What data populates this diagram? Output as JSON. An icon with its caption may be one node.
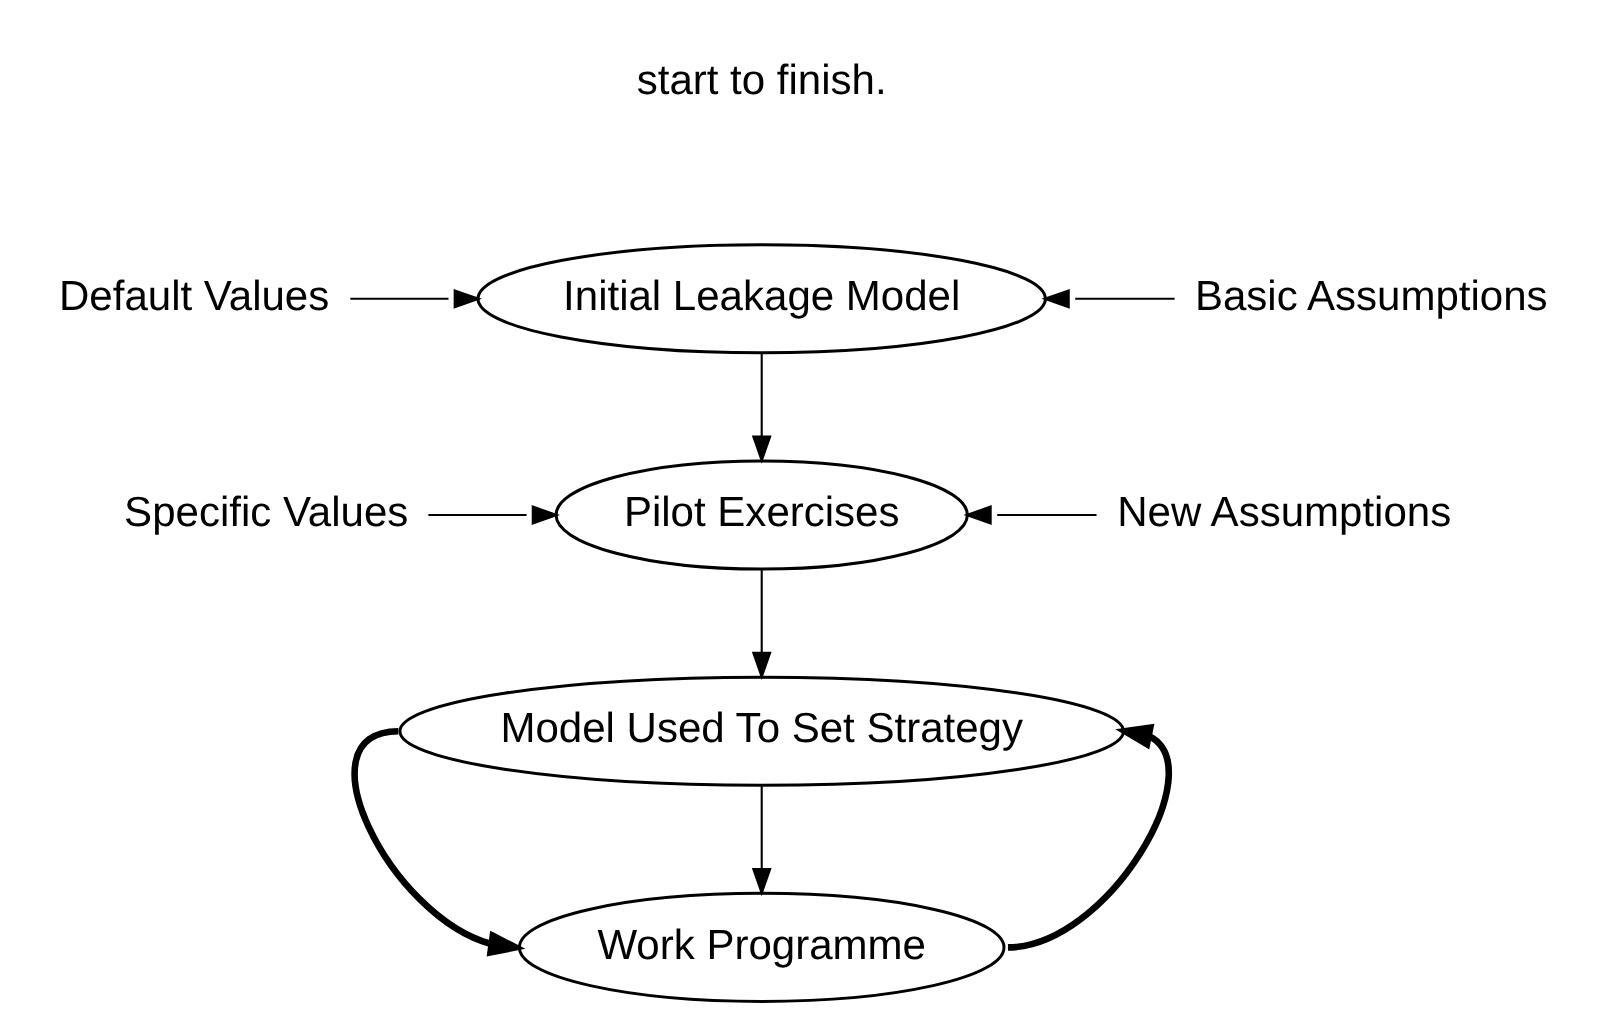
{
  "diagram": {
    "nodes": [
      {
        "text": [
          "Initial Leakage Model"
        ]
      },
      {
        "text": [
          "Pilot Exercises"
        ]
      },
      {
        "text": [
          "Model Used To Set Strategy"
        ]
      },
      {
        "text": [
          "Work Programme"
        ]
      },
      {
        "text": [
          "Default Values"
        ]
      },
      {
        "text": [
          "Basic Assumptions"
        ]
      },
      {
        "text": [
          "Specific Values"
        ]
      },
      {
        "text": [
          "New Assumptions"
        ]
      }
    ],
    "edges": [
      {
        "from": 4,
        "to": 0,
        "arrow": "to"
      },
      {
        "from": 5,
        "to": 0,
        "arrow": "to"
      },
      {
        "from": 0,
        "to": 1,
        "arrow": "to"
      },
      {
        "from": 6,
        "to": 1,
        "arrow": "to"
      },
      {
        "from": 7,
        "to": 1,
        "arrow": "to"
      },
      {
        "from": 1,
        "to": 2,
        "arrow": "to"
      },
      {
        "from": 2,
        "to": 3,
        "arrow": "to"
      },
      {
        "from": 2,
        "to": 3,
        "arrow": "to",
        "style": "thick"
      },
      {
        "from": 3,
        "to": 2,
        "arrow": "to",
        "style": "thick"
      }
    ],
    "labels": [
      "start to finish."
    ]
  }
}
